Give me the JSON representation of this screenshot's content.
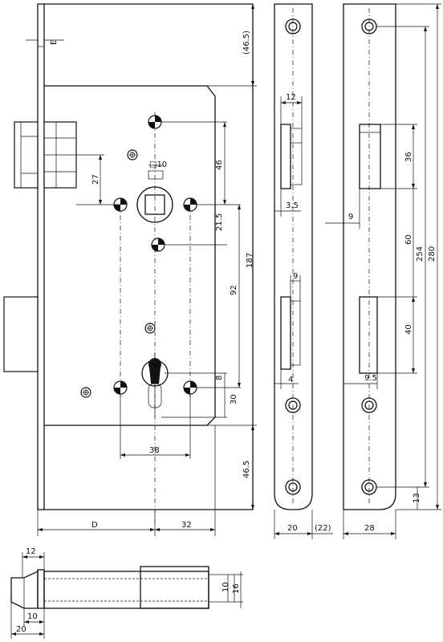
{
  "front_view": {
    "dim_e": "E",
    "dim_46_5_top": "(46.5)",
    "dim_27": "27",
    "dim_square_10": "□10",
    "dim_46": "46",
    "dim_21_5": "21.5",
    "dim_187": "187",
    "dim_92": "92",
    "dim_8": "8",
    "dim_30": "30",
    "dim_38": "38",
    "dim_46_5_bottom": "46.5",
    "dim_d": "D",
    "dim_32": "32"
  },
  "strike_view": {
    "dim_12": "12",
    "dim_3_5": "3.5",
    "dim_9": "9",
    "dim_4": "4",
    "dim_20": "20",
    "dim_22": "(22)"
  },
  "faceplate_view": {
    "dim_9": "9",
    "dim_36": "36",
    "dim_60": "60",
    "dim_254": "254",
    "dim_280": "280",
    "dim_40": "40",
    "dim_9_5": "9.5",
    "dim_13": "13",
    "dim_28": "28"
  },
  "bottom_view": {
    "dim_12": "12",
    "dim_10_left": "10",
    "dim_20": "20",
    "dim_10_right": "10",
    "dim_16": "16"
  }
}
